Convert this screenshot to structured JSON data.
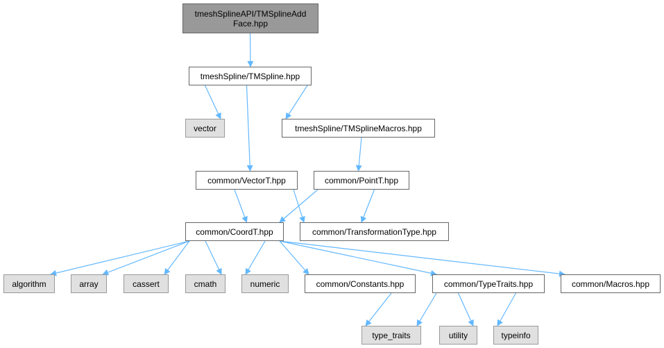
{
  "graph": {
    "colors": {
      "edge": "#63b8ff",
      "root_fill": "#999999",
      "file_fill": "#ffffff",
      "system_fill": "#e0e0e0"
    },
    "nodes": {
      "root": {
        "line1": "tmeshSplineAPI/TMSplineAdd",
        "line2": "Face.hpp"
      },
      "tmspline": "tmeshSpline/TMSpline.hpp",
      "vector": "vector",
      "tmsplinemacros": "tmeshSpline/TMSplineMacros.hpp",
      "vectort": "common/VectorT.hpp",
      "pointt": "common/PointT.hpp",
      "coordt": "common/CoordT.hpp",
      "transformationtype": "common/TransformationType.hpp",
      "algorithm": "algorithm",
      "array": "array",
      "cassert": "cassert",
      "cmath": "cmath",
      "numeric": "numeric",
      "constants": "common/Constants.hpp",
      "typetraits": "common/TypeTraits.hpp",
      "macros": "common/Macros.hpp",
      "type_traits": "type_traits",
      "utility": "utility",
      "typeinfo": "typeinfo"
    },
    "edges": [
      [
        "root",
        "tmspline"
      ],
      [
        "tmspline",
        "vector"
      ],
      [
        "tmspline",
        "tmsplinemacros"
      ],
      [
        "tmspline",
        "vectort"
      ],
      [
        "tmsplinemacros",
        "pointt"
      ],
      [
        "vectort",
        "coordt"
      ],
      [
        "vectort",
        "transformationtype"
      ],
      [
        "pointt",
        "coordt"
      ],
      [
        "pointt",
        "transformationtype"
      ],
      [
        "coordt",
        "algorithm"
      ],
      [
        "coordt",
        "array"
      ],
      [
        "coordt",
        "cassert"
      ],
      [
        "coordt",
        "cmath"
      ],
      [
        "coordt",
        "numeric"
      ],
      [
        "coordt",
        "constants"
      ],
      [
        "coordt",
        "typetraits"
      ],
      [
        "coordt",
        "macros"
      ],
      [
        "constants",
        "type_traits"
      ],
      [
        "typetraits",
        "type_traits"
      ],
      [
        "typetraits",
        "utility"
      ],
      [
        "typetraits",
        "typeinfo"
      ]
    ]
  }
}
